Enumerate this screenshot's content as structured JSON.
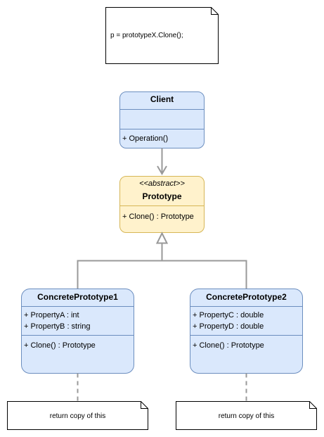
{
  "diagram": {
    "top_note": "p = prototypeX.Clone();",
    "client": {
      "title": "Client",
      "operation": "+ Operation()"
    },
    "prototype": {
      "stereotype": "<<abstract>>",
      "title": "Prototype",
      "method": "+ Clone() : Prototype"
    },
    "concrete1": {
      "title": "ConcretePrototype1",
      "prop_a": "+ PropertyA : int",
      "prop_b": "+ PropertyB : string",
      "method": "+ Clone() : Prototype"
    },
    "concrete2": {
      "title": "ConcretePrototype2",
      "prop_c": "+ PropertyC : double",
      "prop_d": "+ PropertyD : double",
      "method": "+ Clone() : Prototype"
    },
    "note1": "return copy of this",
    "note2": "return copy of this"
  },
  "colors": {
    "class_fill": "#dae8fc",
    "class_stroke": "#6c8ebf",
    "abstract_fill": "#fff2cc",
    "abstract_stroke": "#d6b656",
    "connector": "#999999"
  }
}
